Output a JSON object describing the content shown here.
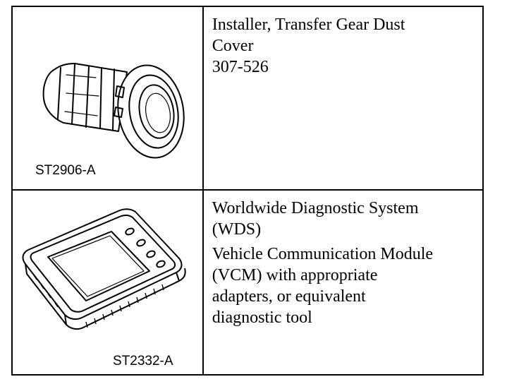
{
  "tools": [
    {
      "art_code": "ST2906-A",
      "illustration_icon": "transfer-gear-dust-cover-installer-icon",
      "description_lines": [
        "Installer, Transfer Gear Dust",
        "Cover",
        "307-526"
      ]
    },
    {
      "art_code": "ST2332-A",
      "illustration_icon": "diagnostic-tool-vcm-icon",
      "description_lines": [
        "Worldwide Diagnostic System",
        "(WDS)"
      ],
      "description_lines_2": [
        "Vehicle Communication Module",
        "(VCM) with appropriate",
        "adapters, or equivalent",
        "diagnostic tool"
      ]
    }
  ]
}
